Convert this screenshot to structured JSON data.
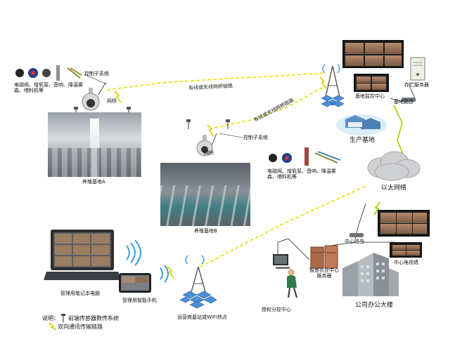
{
  "labels": {
    "site_a_devices": "电磁阀、增氧泵、音响、降温雾\n森、喂料机等",
    "control_subsystem_a": "控制子系统",
    "bridge_a": "网桥",
    "farm_a": "养殖基地A",
    "link_wired_wireless_1": "有线或无线网桥链路",
    "link_wired_wireless_2": "有线或无线网桥链路",
    "control_subsystem_b": "控制子系统",
    "bridge_b": "网桥",
    "site_b_devices": "电磁阀、增氧泵、音响、降温雾\n森、喂料机等",
    "farm_b": "养殖基地B",
    "base_monitor_center": "基地监控中心",
    "storage_server": "存贮服务器",
    "base_router": "基地路由",
    "production_base": "生产基地",
    "ethernet": "以太网络",
    "center_router": "中心路由",
    "center_video_wall": "中心电视墙",
    "smart_agri_server": "智慧农业中心\n服务器",
    "authorized_control_center": "授权分控中心",
    "company_building": "公司办公大楼",
    "mgmt_laptop": "管理用笔记本电脑",
    "mgmt_phone": "管理用智能手机",
    "operator_base_station": "运营商基站或WIFI热点",
    "legend_title": "说明：",
    "legend_sensor": "前端传感器数传系统",
    "legend_link": "双向通讯传输链路"
  },
  "colors": {
    "wireless_link": "#e8e600",
    "wire": "#222222",
    "cloud": "#c9c9c9",
    "building": "#8e9398"
  },
  "icons": [
    "camera-icon",
    "speaker-icon",
    "antenna-icon",
    "server-icon",
    "router-icon",
    "cloud-icon",
    "laptop-icon",
    "phone-icon",
    "tower-icon",
    "lightning-icon"
  ]
}
